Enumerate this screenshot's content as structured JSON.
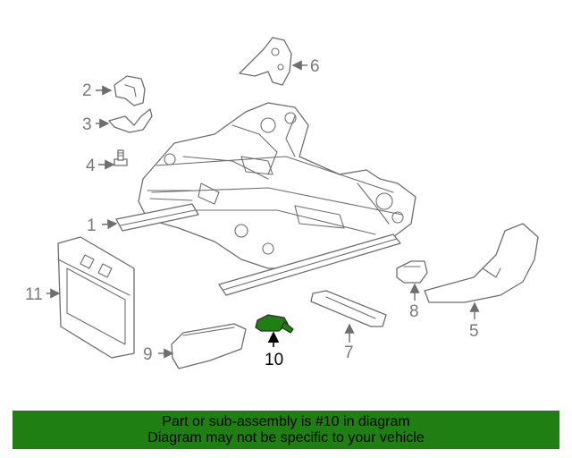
{
  "diagram": {
    "callouts": [
      "1",
      "2",
      "3",
      "4",
      "5",
      "6",
      "7",
      "8",
      "9",
      "10",
      "11"
    ],
    "highlighted_part": "10",
    "highlight_color": "#1f7f12"
  },
  "banner": {
    "line1": "Part or sub-assembly is #10 in diagram",
    "line2": "Diagram may not be specific to your vehicle",
    "background": "#1f7f12"
  }
}
